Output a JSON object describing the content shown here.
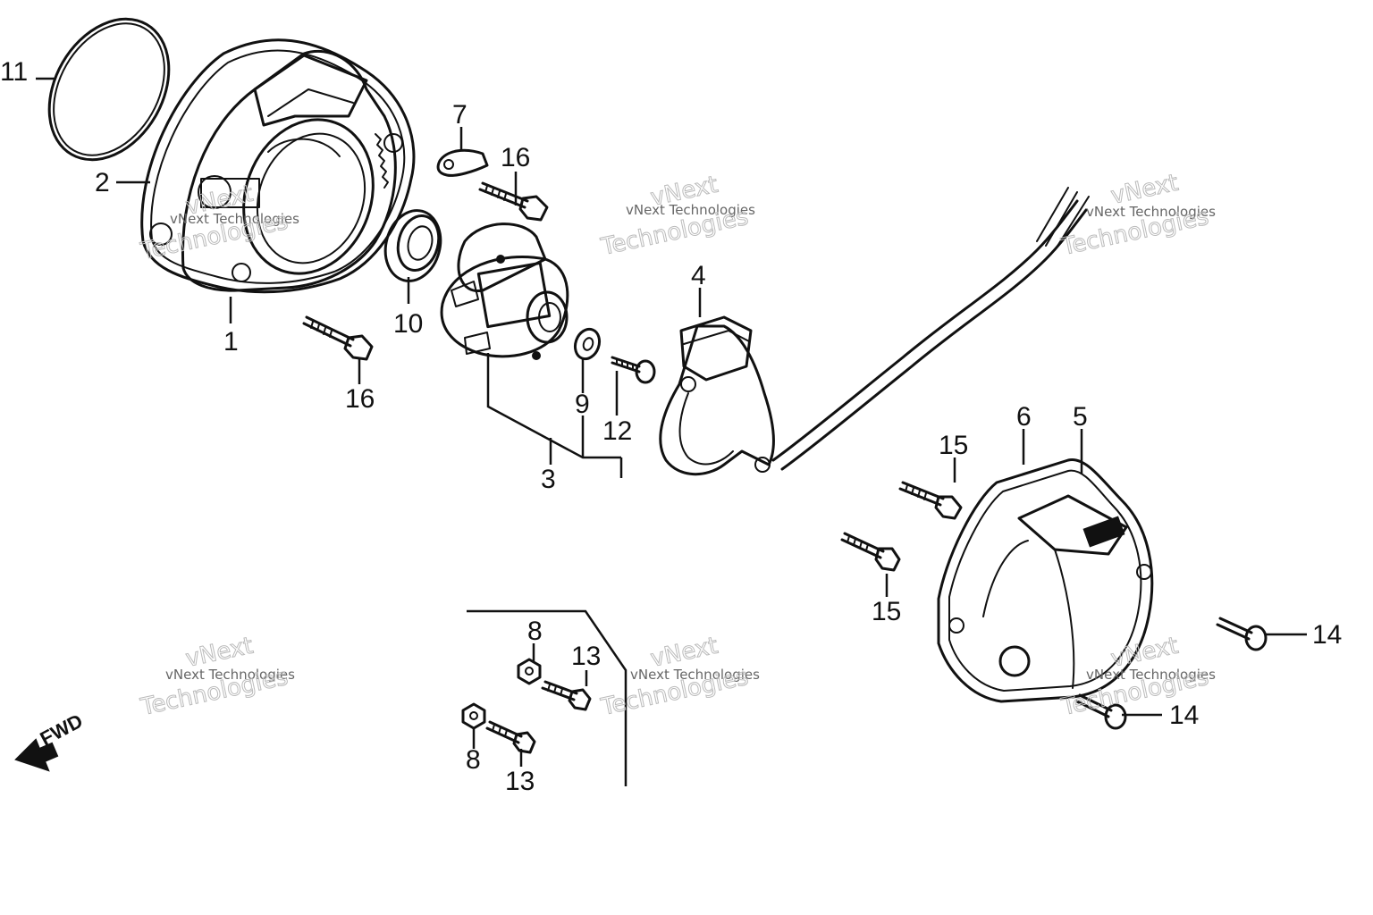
{
  "labels": {
    "p1": "1",
    "p2": "2",
    "p3": "3",
    "p4": "4",
    "p5": "5",
    "p6": "6",
    "p7": "7",
    "p8a": "8",
    "p8b": "8",
    "p9": "9",
    "p10": "10",
    "p11": "11",
    "p12": "12",
    "p13a": "13",
    "p13b": "13",
    "p14a": "14",
    "p14b": "14",
    "p15a": "15",
    "p15b": "15",
    "p16a": "16",
    "p16b": "16"
  },
  "direction": {
    "text": "FWD"
  },
  "watermark": {
    "line1": "vNext Technologies",
    "line2": "vNext",
    "line3": "Technologies"
  }
}
